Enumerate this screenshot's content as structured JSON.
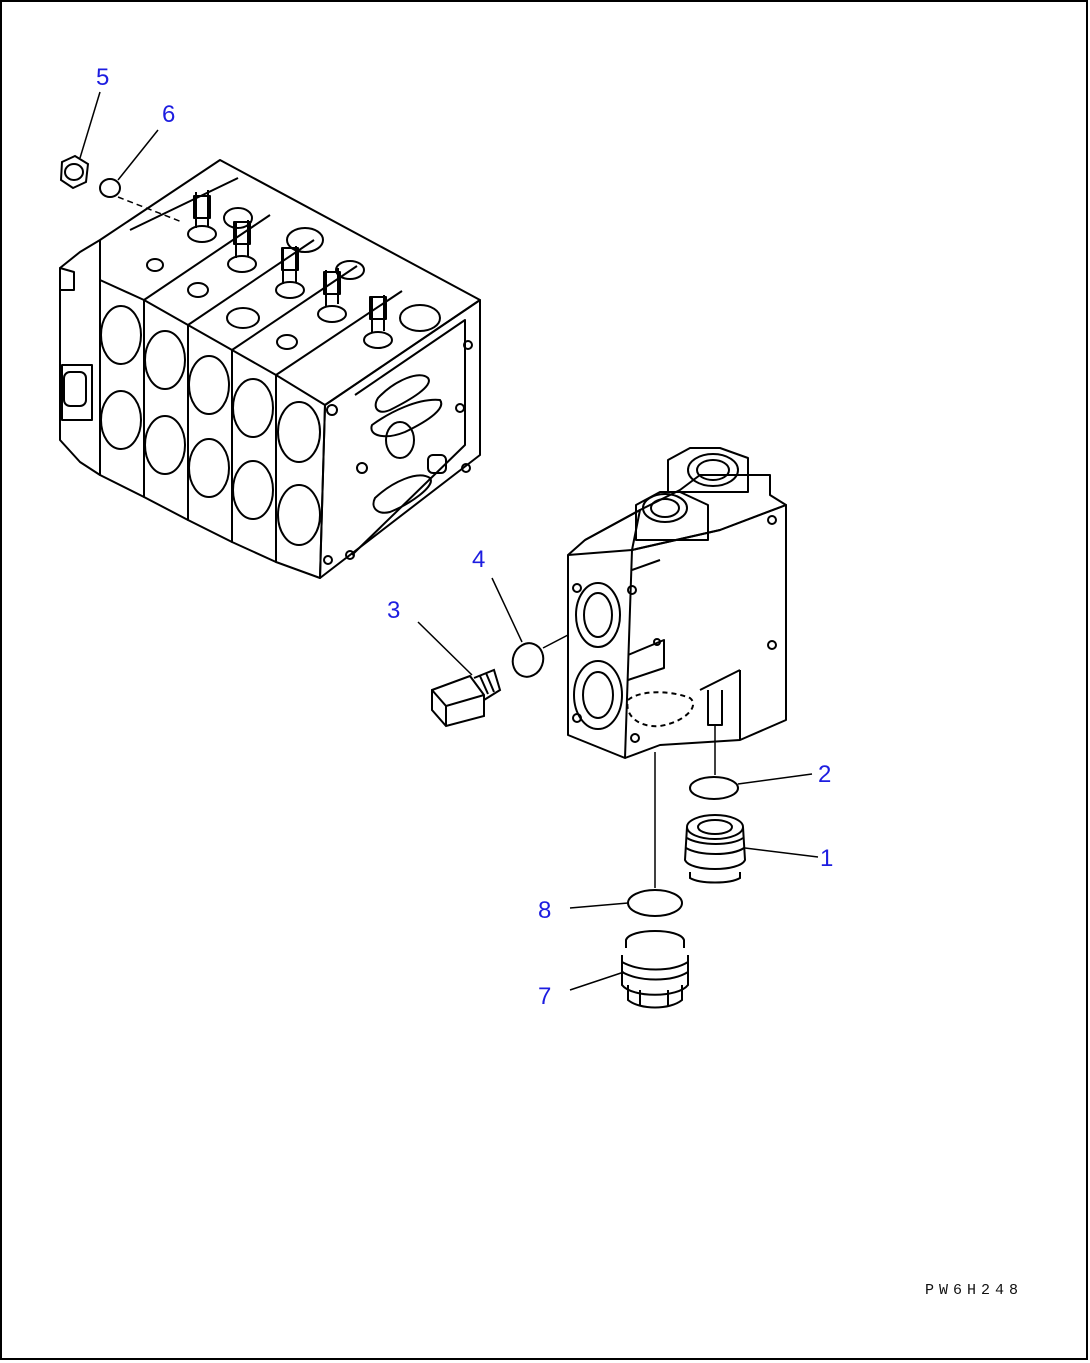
{
  "callouts": {
    "c1": "1",
    "c2": "2",
    "c3": "3",
    "c4": "4",
    "c5": "5",
    "c6": "6",
    "c7": "7",
    "c8": "8"
  },
  "drawing_code": "PW6H248",
  "colors": {
    "line": "#000000",
    "callout": "#1d1de0"
  }
}
